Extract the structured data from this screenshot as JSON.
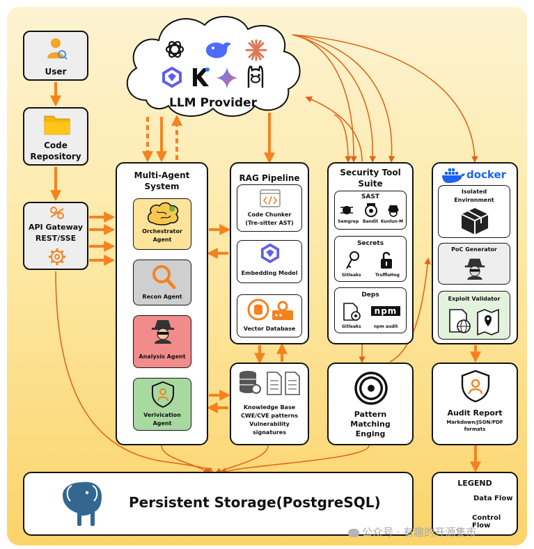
{
  "user": {
    "label": "User"
  },
  "repo": {
    "line1": "Code",
    "line2": "Repository"
  },
  "gateway": {
    "line1": "API Gateway",
    "line2": "REST/SSE"
  },
  "llm": {
    "label": "LLM Provider"
  },
  "multi_agent": {
    "title1": "Multi-Agent",
    "title2": "System",
    "orchestrator1": "Orchestrator",
    "orchestrator2": "Agent",
    "recon": "Recon Agent",
    "analysis": "Analysis Agent",
    "verification1": "Verivication",
    "verification2": "Agent"
  },
  "rag": {
    "title": "RAG Pipeline",
    "chunker1": "Code Chunker",
    "chunker2": "(Tre-sitter AST)",
    "embedding": "Embedding Model",
    "vector": "Vector Database"
  },
  "knowledge": {
    "l1": "Knowledge Base",
    "l2": "CWE/CVE patterns",
    "l3": "Vulnerability",
    "l4": "signatures"
  },
  "security": {
    "title1": "Security Tool",
    "title2": "Suite",
    "sast": "SAST",
    "semgrep": "Semgrep",
    "bandit": "Bandit",
    "kunlun": "Kunlun-M",
    "secrets": "Secrets",
    "gitleaks": "Gitleaks",
    "trufflehog": "TruffleHog",
    "deps": "Deps",
    "gitleaks2": "Gitleaks",
    "npm_audit": "npm audit",
    "npm_logo": "npm"
  },
  "pattern": {
    "l1": "Pattern",
    "l2": "Matching",
    "l3": "Enging"
  },
  "docker": {
    "brand": "docker",
    "isolated1": "Isolated",
    "isolated2": "Environment",
    "poc": "PoC Generator",
    "exploit": "Exploit Validator"
  },
  "audit": {
    "title": "Audit Report",
    "sub1": "Markdown/JSON/PDF",
    "sub2": "formats"
  },
  "storage": {
    "label": "Persistent Storage(PostgreSQL)"
  },
  "legend": {
    "title": "LEGEND",
    "data_flow": "Data Flow",
    "control_flow": "Control Flow"
  },
  "watermark": {
    "text": "公众号 · 有趣的开源集市"
  },
  "colors": {
    "orange": "#f5821f",
    "agent_yellow": "#fde49a",
    "agent_red": "#f28b8b",
    "agent_green": "#a8d9a0",
    "agent_gray": "#cfcfcf"
  }
}
